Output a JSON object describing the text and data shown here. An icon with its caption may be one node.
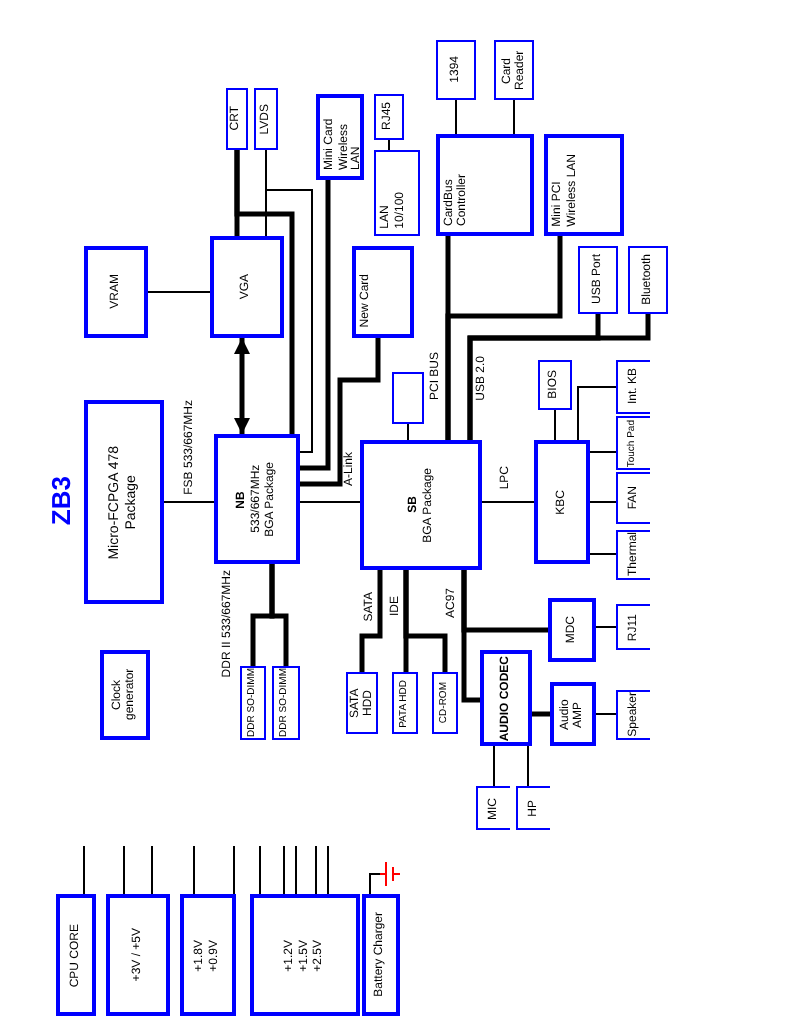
{
  "diagram": {
    "title": "ZB3",
    "nodes": [
      {
        "text": [
          "CRT"
        ]
      },
      {
        "text": [
          "LVDS"
        ]
      },
      {
        "text": [
          "Mini Card",
          "Wireless LAN"
        ]
      },
      {
        "text": [
          "RJ45"
        ]
      },
      {
        "text": [
          "LAN",
          "10/100"
        ]
      },
      {
        "text": [
          "1394"
        ]
      },
      {
        "text": [
          "Card Reader"
        ]
      },
      {
        "text": [
          "CardBus Controller"
        ]
      },
      {
        "text": [
          "Mini PCI",
          "Wireless LAN"
        ]
      },
      {
        "text": [
          "USB Port"
        ]
      },
      {
        "text": [
          "Bluetooth"
        ]
      },
      {
        "text": [
          "VRAM"
        ]
      },
      {
        "text": [
          "VGA"
        ]
      },
      {
        "text": [
          "New Card"
        ]
      },
      {
        "text": [
          "Micro-FCPGA 478",
          "Package"
        ]
      },
      {
        "text": [
          "NB",
          "533/667MHz",
          "BGA Package"
        ]
      },
      {
        "text": [],
        "shape": "box"
      },
      {
        "text": [
          "SB",
          "BGA Package"
        ]
      },
      {
        "text": [
          "Clock generator"
        ]
      },
      {
        "text": [
          "DDR SO-DIMM"
        ]
      },
      {
        "text": [
          "DDR SO-DIMM"
        ]
      },
      {
        "text": [
          "SATA HDD"
        ]
      },
      {
        "text": [
          "PATA HDD"
        ]
      },
      {
        "text": [
          "CD-ROM"
        ]
      },
      {
        "text": [
          "KBC"
        ]
      },
      {
        "text": [
          "BIOS"
        ]
      },
      {
        "text": [
          "Int. KB"
        ]
      },
      {
        "text": [
          "Touch Pad"
        ]
      },
      {
        "text": [
          "FAN"
        ]
      },
      {
        "text": [
          "Thermal"
        ]
      },
      {
        "text": [
          "MDC"
        ]
      },
      {
        "text": [
          "RJ11"
        ]
      },
      {
        "text": [
          "AUDIO CODEC"
        ]
      },
      {
        "text": [
          "Audio AMP"
        ]
      },
      {
        "text": [
          "Speaker"
        ]
      },
      {
        "text": [
          "MIC"
        ]
      },
      {
        "text": [
          "HP"
        ]
      },
      {
        "text": [
          "CPU CORE"
        ]
      },
      {
        "text": [
          "+3V / +5V"
        ]
      },
      {
        "text": [
          "+1.8V",
          "+0.9V"
        ]
      },
      {
        "text": [
          "+1.2V",
          "+1.5V",
          "+2.5V"
        ]
      },
      {
        "text": [
          "Battery Charger"
        ]
      }
    ],
    "edges": [
      {
        "from": 0,
        "to": 12,
        "arrow": "none",
        "style": "thick"
      },
      {
        "from": 0,
        "to": 15,
        "arrow": "none",
        "style": "thick"
      },
      {
        "from": 1,
        "to": 12,
        "arrow": "none"
      },
      {
        "from": 1,
        "to": 15,
        "arrow": "none"
      },
      {
        "from": 11,
        "to": 12,
        "arrow": "none"
      },
      {
        "from": 12,
        "to": 15,
        "arrow": "both",
        "style": "thick"
      },
      {
        "from": 14,
        "to": 15,
        "arrow": "none",
        "label": "FSB 533/667MHz"
      },
      {
        "from": 15,
        "to": 17,
        "arrow": "none",
        "label": "A-Link"
      },
      {
        "from": 15,
        "to": 19,
        "arrow": "none",
        "style": "thick",
        "label": "DDR II 533/667MHz"
      },
      {
        "from": 15,
        "to": 20,
        "arrow": "none",
        "style": "thick"
      },
      {
        "from": 2,
        "to": 15,
        "arrow": "none",
        "style": "thick"
      },
      {
        "from": 13,
        "to": 15,
        "arrow": "none",
        "style": "thick"
      },
      {
        "from": 3,
        "to": 4,
        "arrow": "none"
      },
      {
        "from": 7,
        "to": 5,
        "arrow": "none"
      },
      {
        "from": 7,
        "to": 6,
        "arrow": "none"
      },
      {
        "from": 17,
        "to": 7,
        "arrow": "none",
        "style": "thick",
        "label": "PCI BUS"
      },
      {
        "from": 17,
        "to": 8,
        "arrow": "none",
        "style": "thick"
      },
      {
        "from": 17,
        "to": 9,
        "arrow": "none",
        "style": "thick",
        "label": "USB 2.0"
      },
      {
        "from": 17,
        "to": 10,
        "arrow": "none",
        "style": "thick"
      },
      {
        "from": 17,
        "to": 16,
        "arrow": "none"
      },
      {
        "from": 17,
        "to": 24,
        "arrow": "none",
        "label": "LPC"
      },
      {
        "from": 24,
        "to": 25,
        "arrow": "none"
      },
      {
        "from": 24,
        "to": 26,
        "arrow": "none"
      },
      {
        "from": 24,
        "to": 27,
        "arrow": "none"
      },
      {
        "from": 24,
        "to": 28,
        "arrow": "none"
      },
      {
        "from": 24,
        "to": 29,
        "arrow": "none"
      },
      {
        "from": 17,
        "to": 21,
        "arrow": "none",
        "style": "thick",
        "label": "SATA"
      },
      {
        "from": 17,
        "to": 22,
        "arrow": "none",
        "style": "thick",
        "label": "IDE"
      },
      {
        "from": 17,
        "to": 23,
        "arrow": "none",
        "style": "thick"
      },
      {
        "from": 17,
        "to": 30,
        "arrow": "none",
        "style": "thick",
        "label": "AC97"
      },
      {
        "from": 17,
        "to": 32,
        "arrow": "none",
        "style": "thick"
      },
      {
        "from": 30,
        "to": 31,
        "arrow": "none"
      },
      {
        "from": 32,
        "to": 33,
        "arrow": "none",
        "style": "thick"
      },
      {
        "from": 33,
        "to": 34,
        "arrow": "none"
      },
      {
        "from": 32,
        "to": 35,
        "arrow": "none"
      },
      {
        "from": 32,
        "to": 36,
        "arrow": "none"
      }
    ]
  }
}
